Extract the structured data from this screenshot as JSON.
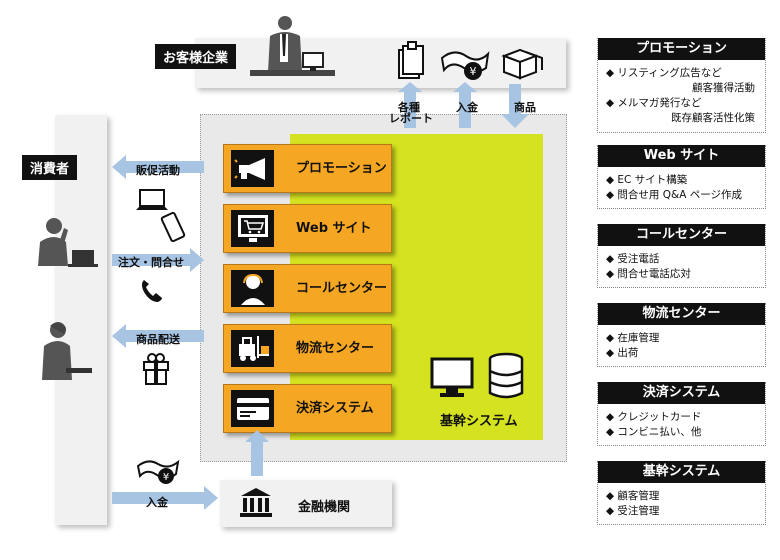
{
  "customer_label": "お客様企業",
  "consumer_label": "消費者",
  "arrows": {
    "sales_promotion": "販促活動",
    "orders_inquiries": "注文・問合せ",
    "delivery": "商品配送",
    "deposit": "入金",
    "reports_line1": "各種",
    "reports_line2": "レポート",
    "payment_in": "入金",
    "product": "商品"
  },
  "systems": [
    {
      "label": "プロモーション",
      "icon": "megaphone-icon"
    },
    {
      "label": "Web サイト",
      "icon": "cart-monitor-icon"
    },
    {
      "label": "コールセンター",
      "icon": "operator-icon"
    },
    {
      "label": "物流センター",
      "icon": "forklift-icon"
    },
    {
      "label": "決済システム",
      "icon": "credit-card-icon"
    }
  ],
  "core_system": {
    "label": "基幹システム",
    "icons": [
      "monitor-icon",
      "database-icon"
    ]
  },
  "finance": {
    "label": "金融機関",
    "icon": "bank-icon"
  },
  "right_panels": [
    {
      "title": "プロモーション",
      "items": [
        {
          "text": "◆ リスティング広告など",
          "cont": "顧客獲得活動"
        },
        {
          "text": "◆ メルマガ発行など",
          "cont": "既存顧客活性化策"
        }
      ]
    },
    {
      "title": "Web サイト",
      "items": [
        {
          "text": "◆ EC サイト構築"
        },
        {
          "text": "◆ 問合せ用 Q&A ページ作成"
        }
      ]
    },
    {
      "title": "コールセンター",
      "items": [
        {
          "text": "◆ 受注電話"
        },
        {
          "text": "◆ 問合せ電話応対"
        }
      ]
    },
    {
      "title": "物流センター",
      "items": [
        {
          "text": "◆ 在庫管理"
        },
        {
          "text": "◆ 出荷"
        }
      ]
    },
    {
      "title": "決済システム",
      "items": [
        {
          "text": "◆ クレジットカード"
        },
        {
          "text": "◆ コンビニ払い、他"
        }
      ]
    },
    {
      "title": "基幹システム",
      "items": [
        {
          "text": "◆ 顧客管理"
        },
        {
          "text": "◆ 受注管理"
        }
      ]
    }
  ],
  "colors": {
    "orange": "#f5a623",
    "lime": "#d4e21f",
    "arrow_blue": "#a7c4e3",
    "black": "#111111",
    "panel_gray": "#f1f1f1"
  }
}
